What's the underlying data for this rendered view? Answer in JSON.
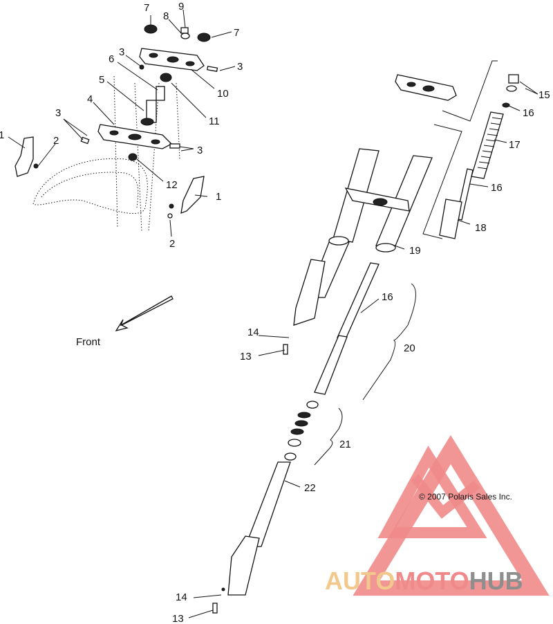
{
  "diagram": {
    "front_label": "Front",
    "copyright": "© 2007 Polaris Sales Inc.",
    "callouts": {
      "c1a": "1",
      "c1b": "1",
      "c2a": "2",
      "c2b": "2",
      "c3a": "3",
      "c3b": "3",
      "c3c": "3",
      "c3d": "3",
      "c4": "4",
      "c5": "5",
      "c6": "6",
      "c7a": "7",
      "c7b": "7",
      "c8": "8",
      "c9": "9",
      "c10": "10",
      "c11": "11",
      "c12": "12",
      "c13a": "13",
      "c13b": "13",
      "c14a": "14",
      "c14b": "14",
      "c15": "15",
      "c16a": "16",
      "c16b": "16",
      "c16c": "16",
      "c17": "17",
      "c18": "18",
      "c19": "19",
      "c20": "20",
      "c21": "21",
      "c22": "22"
    }
  },
  "watermark": {
    "brand_part1": "AUTO",
    "brand_part2": "MOTO",
    "brand_part3": "HUB",
    "colors": {
      "red": "#f08a8a",
      "orange": "#f2c98c",
      "gray": "#8e8e8e"
    }
  }
}
